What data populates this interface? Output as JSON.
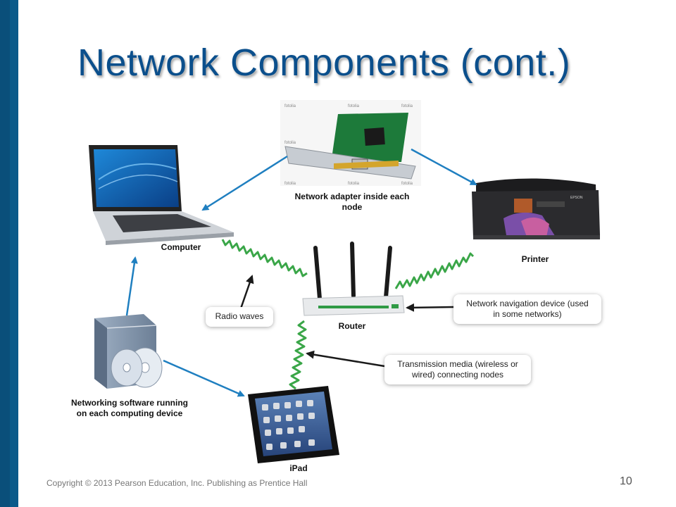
{
  "slide": {
    "title": "Network Components (cont.)",
    "footer": "Copyright © 2013 Pearson Education, Inc. Publishing as Prentice Hall",
    "page_number": "10"
  },
  "labels": {
    "computer": "Computer",
    "adapter_line1": "Network adapter inside each",
    "adapter_line2": "node",
    "printer": "Printer",
    "router": "Router",
    "ipad": "iPad",
    "software_line1": "Networking software running",
    "software_line2": "on each computing device"
  },
  "callouts": {
    "radio_waves": "Radio waves",
    "nav_line1": "Network navigation device (used",
    "nav_line2": "in some networks)",
    "media_line1": "Transmission media (wireless or",
    "media_line2": "wired) connecting nodes"
  },
  "adapter_image_watermark": "fotolia",
  "printer_brand": "EPSON",
  "colors": {
    "title": "#0b4f8c",
    "sidebar": "#0b5a8a",
    "arrow_blue": "#1f7fc0",
    "wave_green": "#3aa648"
  }
}
